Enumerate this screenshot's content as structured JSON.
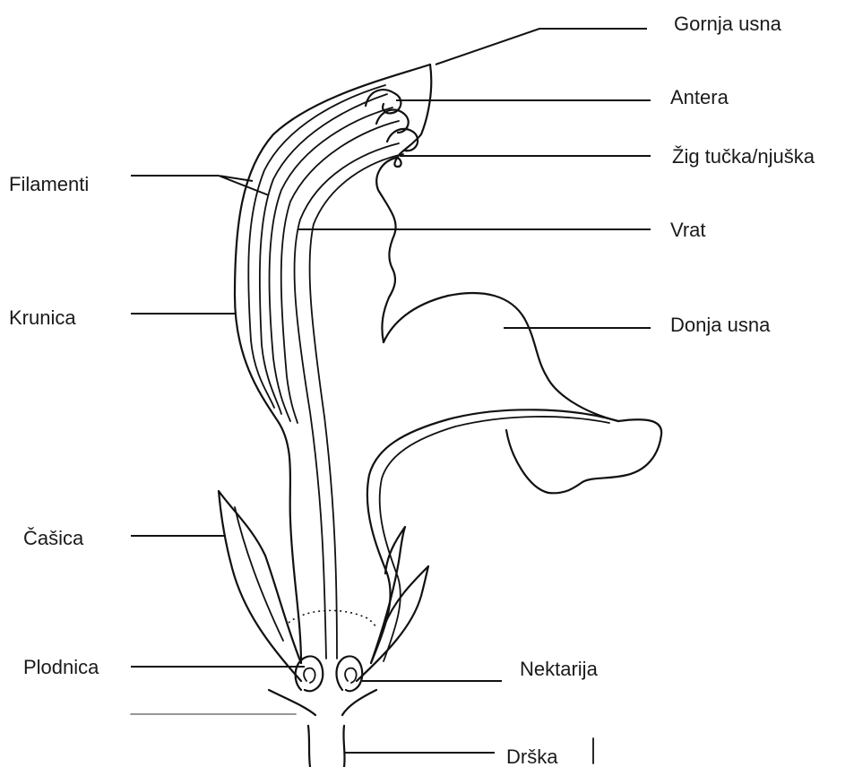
{
  "labels": {
    "gornja_usna": "Gornja usna",
    "antera": "Antera",
    "zig": "Žig tučka/njuška",
    "vrat": "Vrat",
    "donja_usna": "Donja usna",
    "nektarija": "Nektarija",
    "drska": "Drška",
    "filamenti": "Filamenti",
    "krunica": "Krunica",
    "casica": "Čašica",
    "plodnica": "Plodnica"
  }
}
